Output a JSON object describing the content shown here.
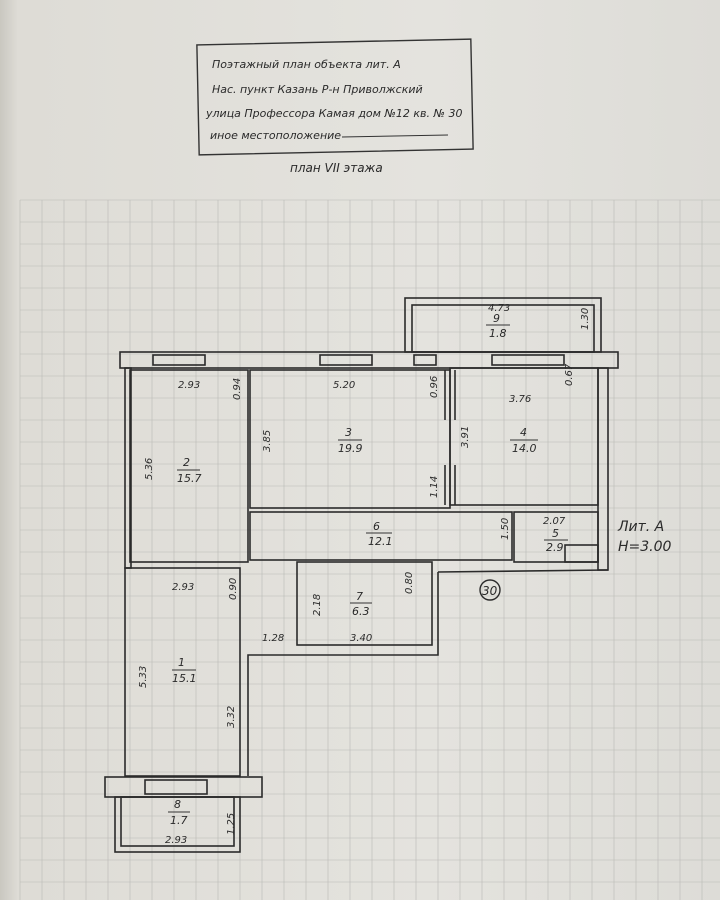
{
  "title_block": {
    "line1": "Поэтажный план объекта лит. А",
    "line2": "Нас. пункт Казань Р-н Приволжский",
    "line3": "улица Профессора Камая дом №12 кв. № 30",
    "line4": "иное местоположение"
  },
  "plan_caption": "план VII этажа",
  "building": {
    "lit": "Лит. А",
    "height": "H=3.00"
  },
  "apartment_marker": "30",
  "rooms": [
    {
      "num": "1",
      "area": "15.1"
    },
    {
      "num": "2",
      "area": "15.7"
    },
    {
      "num": "3",
      "area": "19.9"
    },
    {
      "num": "4",
      "area": "14.0"
    },
    {
      "num": "5",
      "area": "2.9"
    },
    {
      "num": "6",
      "area": "12.1"
    },
    {
      "num": "7",
      "area": "6.3"
    },
    {
      "num": "8",
      "area": "1.7"
    },
    {
      "num": "9",
      "area": "1.8"
    }
  ],
  "dimensions": {
    "d_2_93_top": "2.93",
    "d_0_94": "0.94",
    "d_5_36": "5.36",
    "d_5_20": "5.20",
    "d_3_85": "3.85",
    "d_0_96": "0.96",
    "d_3_91": "3.91",
    "d_1_14": "1.14",
    "d_3_76": "3.76",
    "d_0_67": "0.67",
    "d_4_73": "4.73",
    "d_1_30": "1.30",
    "d_2_07": "2.07",
    "d_1_50": "1.50",
    "d_2_93_mid": "2.93",
    "d_0_90": "0.90",
    "d_1_28": "1.28",
    "d_2_18": "2.18",
    "d_0_80": "0.80",
    "d_3_40": "3.40",
    "d_5_33": "5.33",
    "d_3_32": "3.32",
    "d_2_93_bot": "2.93",
    "d_1_25": "1.25"
  }
}
